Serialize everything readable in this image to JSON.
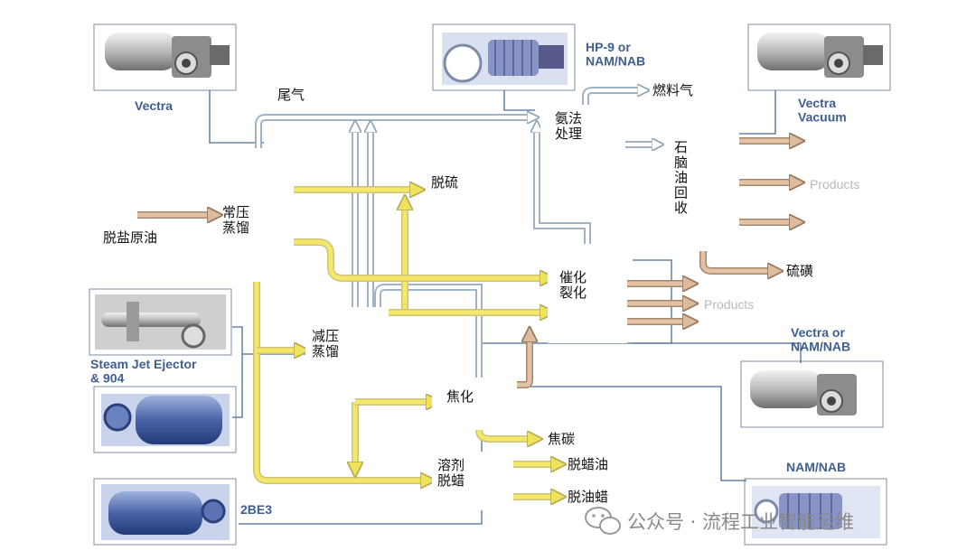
{
  "units": {
    "atmospheric": "常压\n蒸馏",
    "vacuum": "减压\n蒸馏",
    "coking": "焦化",
    "solvent_dewax": "溶剂\n脱蜡",
    "cat_cracking": "催化\n裂化",
    "amine": "氨法\n处理",
    "naphtha": "石\n脑\n油\n回\n收"
  },
  "streams": {
    "crude": "脱盐原油",
    "tail_gas": "尾气",
    "desulfur": "脱硫",
    "fuel_gas": "燃料气",
    "sulfur": "硫磺",
    "coke": "焦碳",
    "dewaxed_oil": "脱蜡油",
    "deoiled_wax": "脱油蜡",
    "products": "Products"
  },
  "equipment": {
    "vectra": "Vectra",
    "hp9": "HP-9 or\nNAM/NAB",
    "vectra_vacuum": "Vectra\nVacuum",
    "steam_jet": "Steam Jet Ejector\n& 904",
    "vectra_nam": "Vectra or\nNAM/NAB",
    "nam_nab": "NAM/NAB",
    "be3": "2BE3"
  },
  "watermark": "公众号 · 流程工业智能运维",
  "colors": {
    "hydrocarbon_pipe": "#f4e86a",
    "product_pipe": "#e2c3a5",
    "gas_pipe": "#ffffff",
    "vacuum_line": "#4a6b94",
    "equipment_label": "#3f5f8f",
    "products_label": "#b9b9b9"
  }
}
